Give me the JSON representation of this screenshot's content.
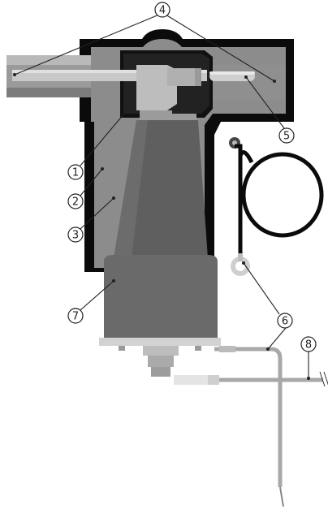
{
  "diagram": {
    "callouts": [
      {
        "id": "c1",
        "label": "1"
      },
      {
        "id": "c2",
        "label": "2"
      },
      {
        "id": "c3",
        "label": "3"
      },
      {
        "id": "c4",
        "label": "4"
      },
      {
        "id": "c5",
        "label": "5"
      },
      {
        "id": "c6",
        "label": "6"
      },
      {
        "id": "c7",
        "label": "7"
      },
      {
        "id": "c8",
        "label": "8"
      }
    ]
  },
  "colors": {
    "outer_housing": "#0b0b0b",
    "inner_insulation": "#8c8c8c",
    "bushing": "#cfcfcf",
    "arrester_body": "#5f5f5f",
    "arrester_base": "#6a6a6a",
    "ground_lead": "#a8a8a8",
    "background": "#ffffff"
  }
}
